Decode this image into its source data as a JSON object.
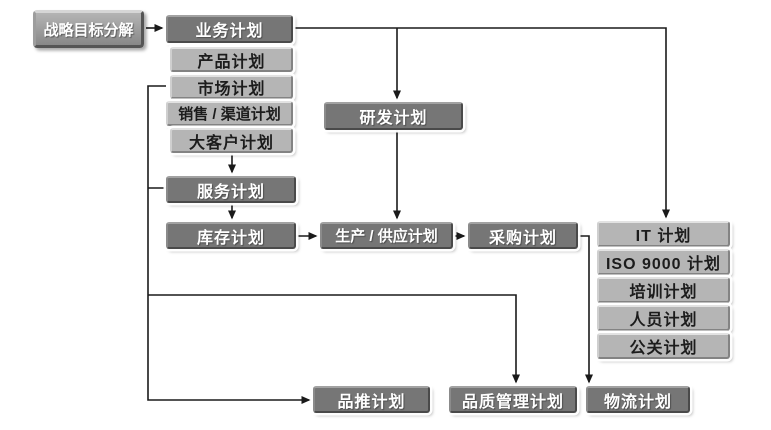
{
  "colors": {
    "dark_box_fill": "#767676",
    "light_box_fill": "#b5b5b5",
    "dark_box_text": "#ffffff",
    "light_box_text": "#1c1c1c",
    "line": "#1a1a1a",
    "background": "#ffffff"
  },
  "nodes": {
    "strategy": {
      "label": "战略目标分解",
      "style": "button"
    },
    "business": {
      "label": "业务计划",
      "style": "dark"
    },
    "product": {
      "label": "产品计划",
      "style": "light"
    },
    "market": {
      "label": "市场计划",
      "style": "light"
    },
    "sales": {
      "label": "销售 / 渠道计划",
      "style": "light"
    },
    "keyaccount": {
      "label": "大客户计划",
      "style": "light"
    },
    "rnd": {
      "label": "研发计划",
      "style": "dark"
    },
    "service": {
      "label": "服务计划",
      "style": "dark"
    },
    "inventory": {
      "label": "库存计划",
      "style": "dark"
    },
    "production": {
      "label": "生产 / 供应计划",
      "style": "dark"
    },
    "procurement": {
      "label": "采购计划",
      "style": "dark"
    },
    "it": {
      "label": "IT 计划",
      "style": "light"
    },
    "iso": {
      "label": "ISO 9000 计划",
      "style": "light"
    },
    "training": {
      "label": "培训计划",
      "style": "light"
    },
    "personnel": {
      "label": "人员计划",
      "style": "light"
    },
    "pr": {
      "label": "公关计划",
      "style": "light"
    },
    "promo": {
      "label": "品推计划",
      "style": "dark"
    },
    "quality": {
      "label": "品质管理计划",
      "style": "dark"
    },
    "logistics": {
      "label": "物流计划",
      "style": "dark"
    }
  },
  "edges": [
    {
      "from": "strategy",
      "to": "business"
    },
    {
      "from": "business",
      "to": "rnd"
    },
    {
      "from": "business",
      "to": "it"
    },
    {
      "from": "keyaccount",
      "to": "service"
    },
    {
      "from": "market",
      "to": "service"
    },
    {
      "from": "service",
      "to": "inventory"
    },
    {
      "from": "rnd",
      "to": "production"
    },
    {
      "from": "inventory",
      "to": "production"
    },
    {
      "from": "production",
      "to": "procurement"
    },
    {
      "from": "procurement",
      "to": "logistics"
    },
    {
      "from": "market",
      "to": "promo"
    },
    {
      "from": "market",
      "to": "quality"
    }
  ]
}
